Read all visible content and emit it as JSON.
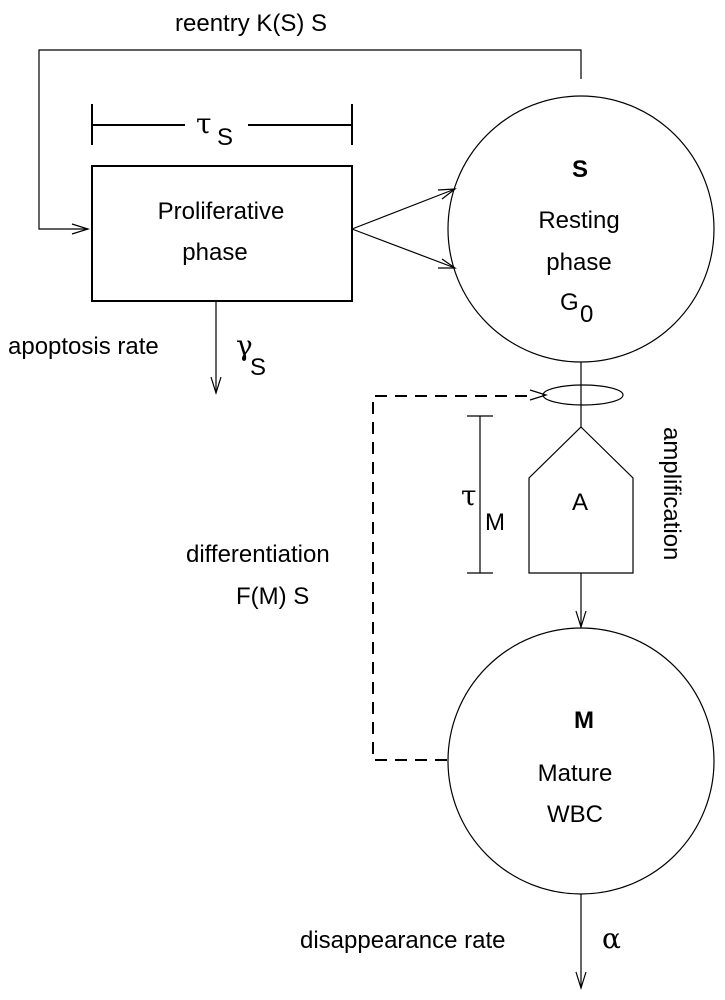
{
  "diagram": {
    "reentry_label": "reentry K(S) S",
    "tau_s": {
      "symbol": "τ",
      "subscript": "S"
    },
    "proliferative_box": {
      "line1": "Proliferative",
      "line2": "phase"
    },
    "apoptosis": {
      "label": "apoptosis rate",
      "symbol": "γ",
      "subscript": "S"
    },
    "resting_node": {
      "title": "S",
      "line1": "Resting",
      "line2": "phase",
      "g0_base": "G",
      "g0_sub": "0"
    },
    "amplifier": {
      "label": "A",
      "side_label": "amplification"
    },
    "tau_m": {
      "symbol": "τ",
      "subscript": "M"
    },
    "differentiation": {
      "line1": "differentiation",
      "line2": "F(M) S"
    },
    "mature_node": {
      "title": "M",
      "line1": "Mature",
      "line2": "WBC"
    },
    "disappearance": {
      "label": "disappearance rate",
      "symbol": "α"
    },
    "colors": {
      "stroke": "#000000",
      "background": "#ffffff"
    }
  }
}
